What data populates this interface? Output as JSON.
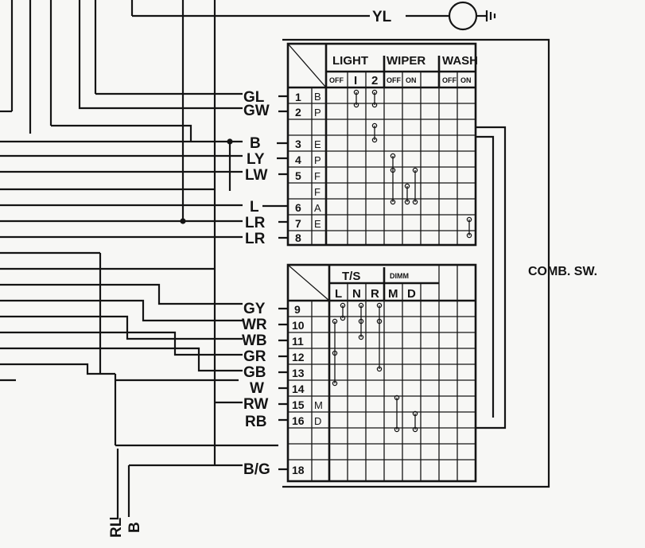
{
  "top_connector": {
    "label": "YL",
    "symbol": "ground-icon"
  },
  "top_block": {
    "headers": [
      "LIGHT",
      "WIPER",
      "WASH"
    ],
    "sub_headers": [
      "OFF",
      "I",
      "2",
      "OFF",
      "ON",
      "",
      "OFF",
      "ON"
    ],
    "rows": [
      {
        "wire": "GL",
        "pin": "1",
        "letter": "B"
      },
      {
        "wire": "GW",
        "pin": "2",
        "letter": "P"
      },
      {
        "wire": "",
        "pin": "",
        "letter": ""
      },
      {
        "wire": "B",
        "pin": "3",
        "letter": "E"
      },
      {
        "wire": "LY",
        "pin": "4",
        "letter": "P"
      },
      {
        "wire": "LW",
        "pin": "5",
        "letter": "F"
      },
      {
        "wire": "",
        "pin": "",
        "letter": "F"
      },
      {
        "wire": "L",
        "pin": "6",
        "letter": "A"
      },
      {
        "wire": "LR",
        "pin": "7",
        "letter": "E"
      },
      {
        "wire": "LR",
        "pin": "8",
        "letter": ""
      }
    ]
  },
  "bottom_block": {
    "headers": [
      "T/S",
      "DIMM"
    ],
    "sub_headers": [
      "L",
      "N",
      "R",
      "M",
      "D"
    ],
    "rows": [
      {
        "wire": "GY",
        "pin": "9",
        "letter": ""
      },
      {
        "wire": "WR",
        "pin": "10",
        "letter": ""
      },
      {
        "wire": "WB",
        "pin": "11",
        "letter": ""
      },
      {
        "wire": "GR",
        "pin": "12",
        "letter": ""
      },
      {
        "wire": "GB",
        "pin": "13",
        "letter": ""
      },
      {
        "wire": "W",
        "pin": "14",
        "letter": ""
      },
      {
        "wire": "RW",
        "pin": "15",
        "letter": "M"
      },
      {
        "wire": "RB",
        "pin": "16",
        "letter": "D"
      },
      {
        "wire": "",
        "pin": "",
        "letter": ""
      },
      {
        "wire": "",
        "pin": "",
        "letter": ""
      },
      {
        "wire": "B/G",
        "pin": "18",
        "letter": ""
      }
    ]
  },
  "component_label": "COMB. SW.",
  "bottom_labels": [
    "RL",
    "B"
  ],
  "ink_color": "#141414",
  "paper_color": "#f7f7f5"
}
